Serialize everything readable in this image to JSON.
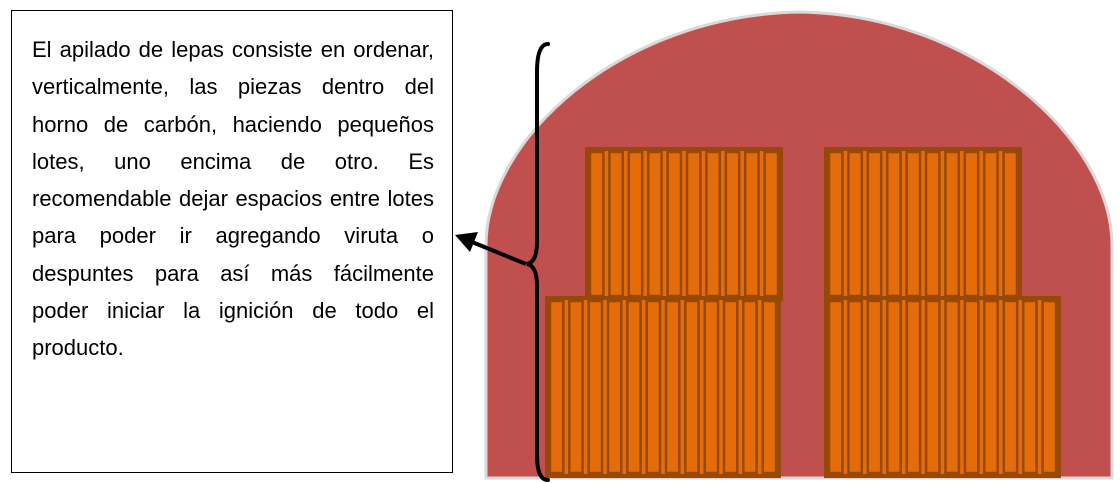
{
  "description_text": "El apilado de lepas consiste en ordenar, verticalmente, las piezas dentro del horno de carbón, haciendo pequeños lotes, uno encima de otro. Es recomendable dejar espacios entre lotes para poder ir agregando viruta o despuntes para así más fácilmente poder iniciar la ignición de todo el producto.",
  "colors": {
    "kiln_fill": "#c0504d",
    "kiln_outline": "#d9d9d9",
    "stack_fill": "#e46c0a",
    "stack_stroke": "#984807",
    "brace": "#000000",
    "arrow": "#000000"
  },
  "stacks": [
    {
      "name": "upper-left-stack",
      "pieces": 10
    },
    {
      "name": "upper-right-stack",
      "pieces": 10
    },
    {
      "name": "lower-left-stack",
      "pieces": 12
    },
    {
      "name": "lower-right-stack",
      "pieces": 12
    }
  ]
}
